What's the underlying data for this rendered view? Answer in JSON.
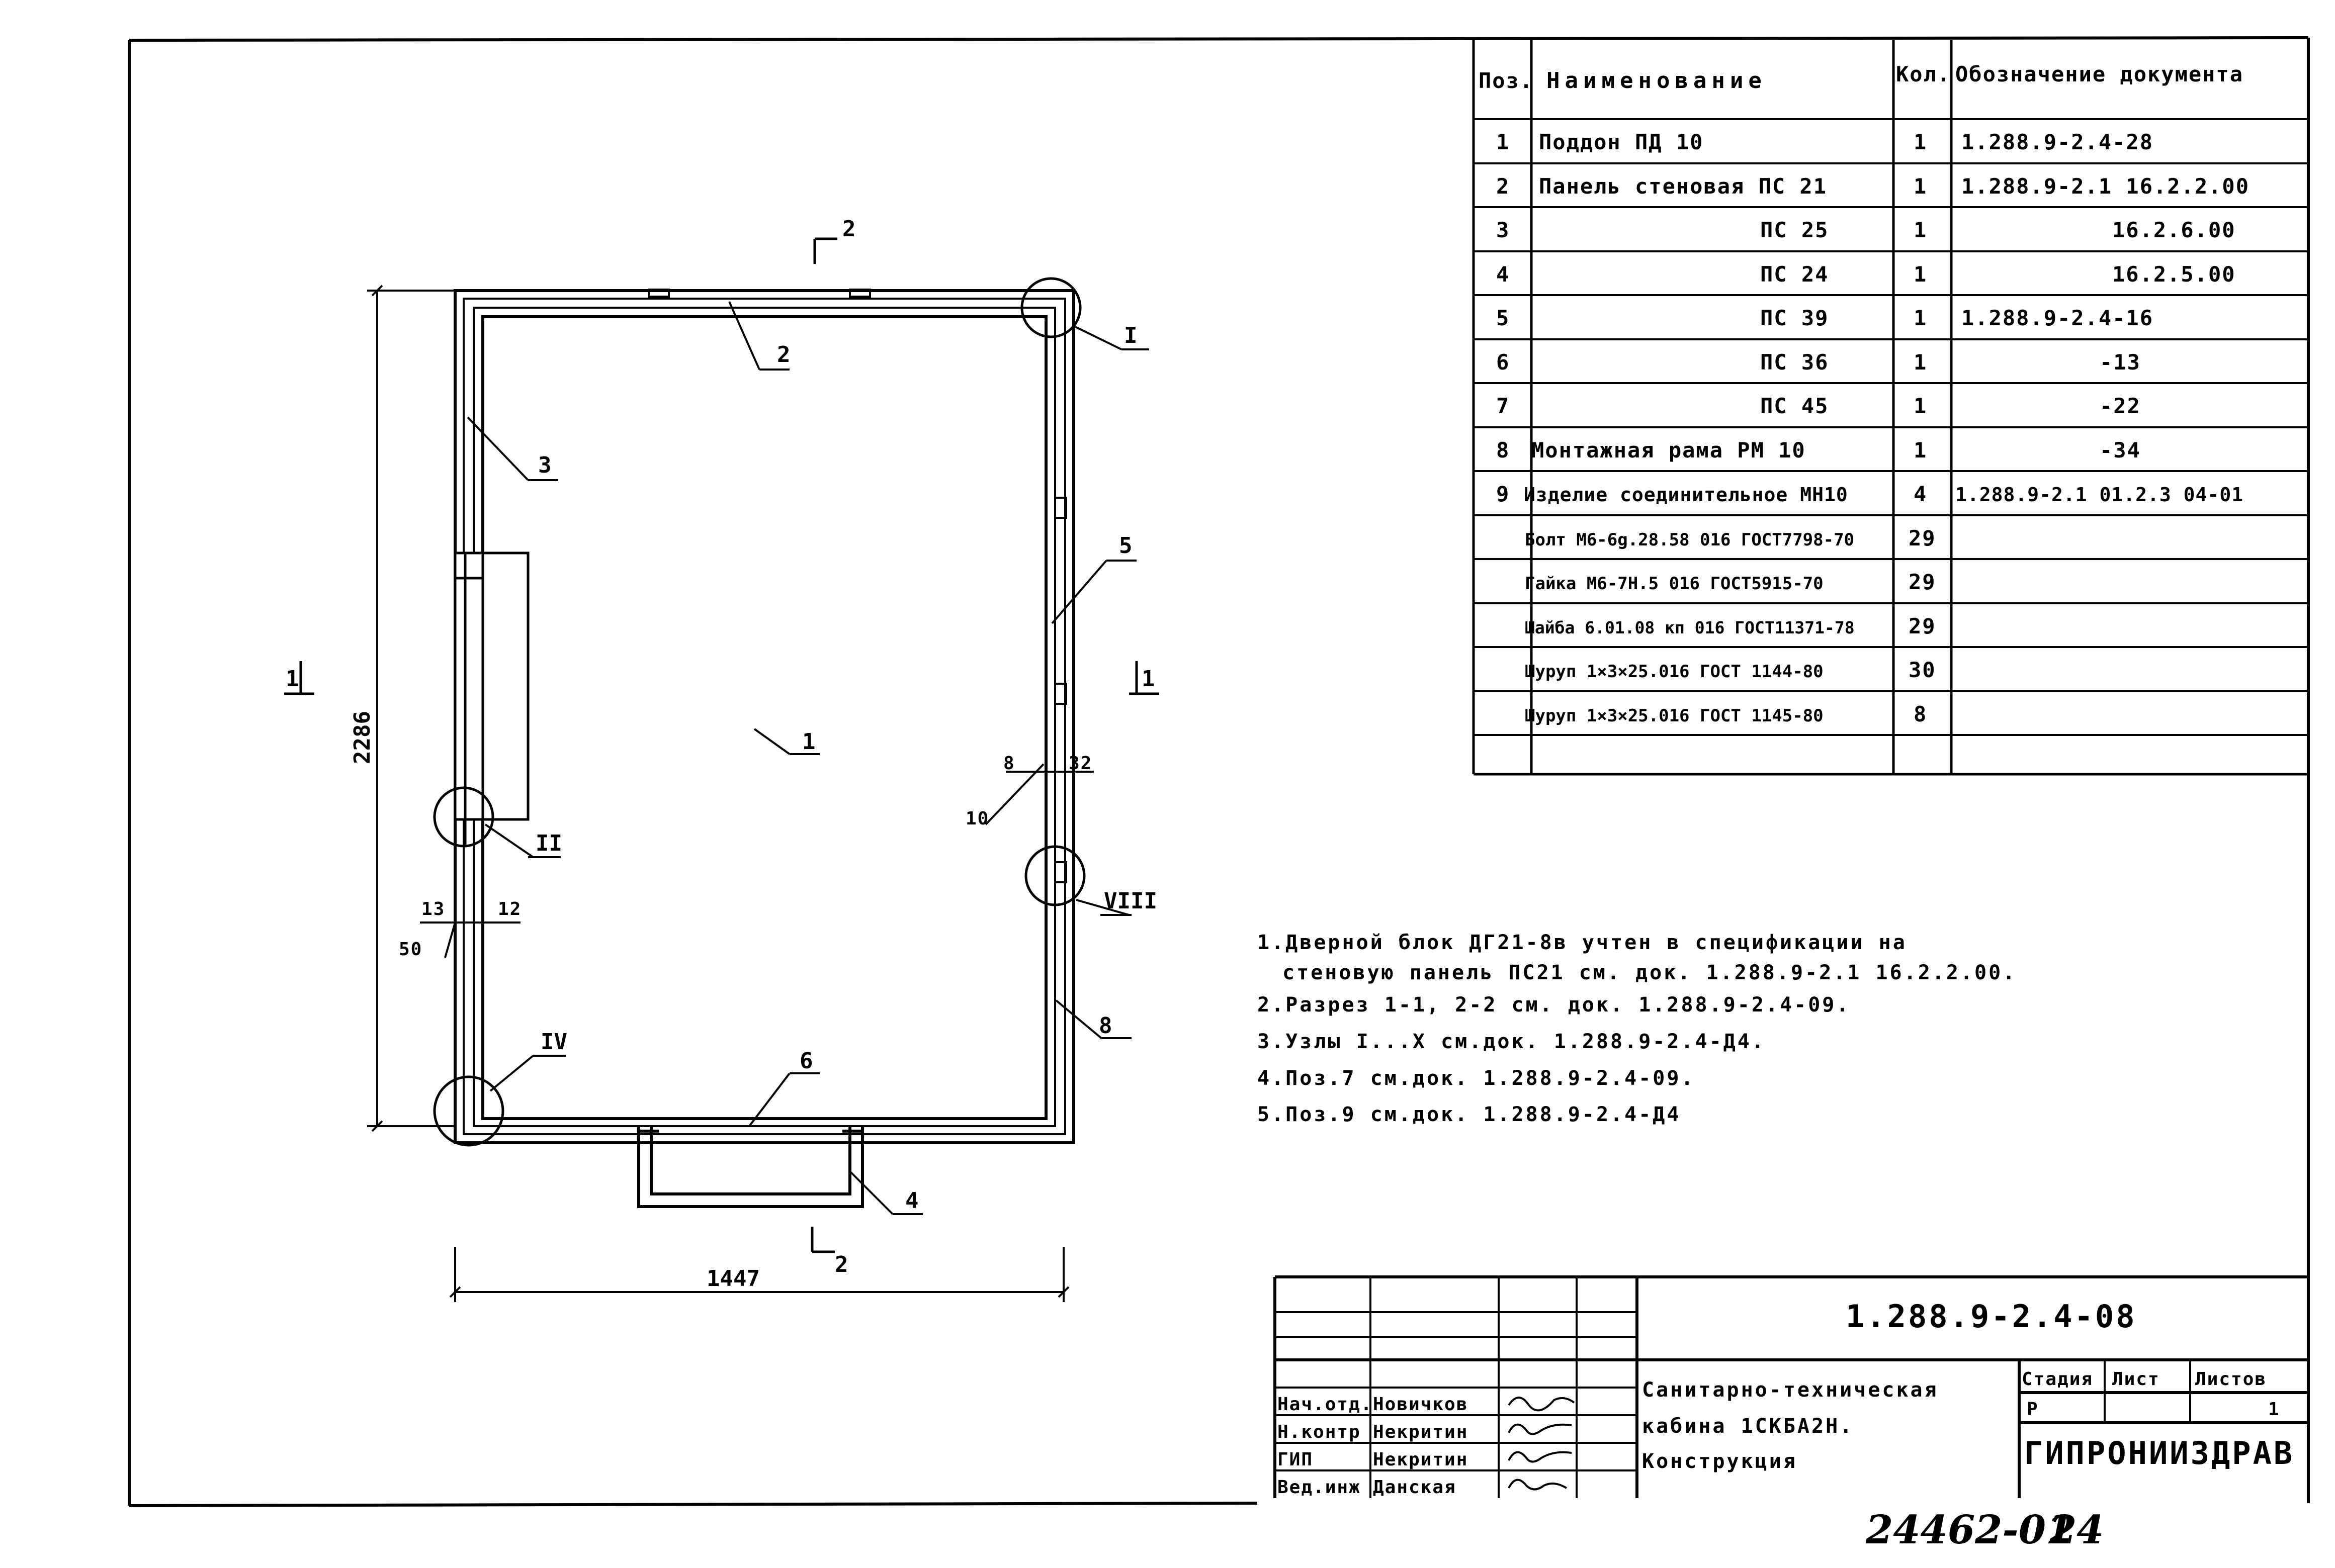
{
  "spec_table": {
    "headers": {
      "pos": "Поз.",
      "name": "Наименование",
      "qty": "Кол.",
      "doc": "Обозначение документа"
    },
    "rows": [
      {
        "pos": "1",
        "name": "Поддон ПД 10",
        "qty": "1",
        "doc": "1.288.9-2.4-28"
      },
      {
        "pos": "2",
        "name": "Панель стеновая ПС 21",
        "qty": "1",
        "doc": "1.288.9-2.1 16.2.2.00"
      },
      {
        "pos": "3",
        "name": "ПС 25",
        "qty": "1",
        "doc": "16.2.6.00"
      },
      {
        "pos": "4",
        "name": "ПС 24",
        "qty": "1",
        "doc": "16.2.5.00"
      },
      {
        "pos": "5",
        "name": "ПС 39",
        "qty": "1",
        "doc": "1.288.9-2.4-16"
      },
      {
        "pos": "6",
        "name": "ПС 36",
        "qty": "1",
        "doc": "-13"
      },
      {
        "pos": "7",
        "name": "ПС 45",
        "qty": "1",
        "doc": "-22"
      },
      {
        "pos": "8",
        "name": "Монтажная рама РМ 10",
        "qty": "1",
        "doc": "-34"
      },
      {
        "pos": "9",
        "name": "Изделие соединительное МН10",
        "qty": "4",
        "doc": "1.288.9-2.1 01.2.3 04-01"
      },
      {
        "pos": "",
        "name": "Болт М6-6g.28.58 016 ГОСТ7798-70",
        "qty": "29",
        "doc": ""
      },
      {
        "pos": "",
        "name": "Гайка М6-7Н.5 016 ГОСТ5915-70",
        "qty": "29",
        "doc": ""
      },
      {
        "pos": "",
        "name": "Шайба 6.01.08 кп 016 ГОСТ11371-78",
        "qty": "29",
        "doc": ""
      },
      {
        "pos": "",
        "name": "Шуруп 1×3×25.016 ГОСТ 1144-80",
        "qty": "30",
        "doc": ""
      },
      {
        "pos": "",
        "name": "Шуруп 1×3×25.016 ГОСТ 1145-80",
        "qty": "8",
        "doc": ""
      },
      {
        "pos": "",
        "name": "",
        "qty": "",
        "doc": ""
      }
    ]
  },
  "notes": [
    "1.Дверной блок ДГ21-8в учтен в спецификации на",
    "стеновую панель ПС21 см. док. 1.288.9-2.1 16.2.2.00.",
    "2.Разрез 1-1, 2-2 см. док. 1.288.9-2.4-09.",
    "3.Узлы I...X см.док. 1.288.9-2.4-Д4.",
    "4.Поз.7 см.док. 1.288.9-2.4-09.",
    "5.Поз.9 см.док. 1.288.9-2.4-Д4"
  ],
  "plan": {
    "section_marks": {
      "s1": "1",
      "s2": "2"
    },
    "dimensions": {
      "width": "1447",
      "height": "2286"
    },
    "position_labels": [
      "1",
      "2",
      "3",
      "4",
      "5",
      "6",
      "8"
    ],
    "small_dims": {
      "d8": "8",
      "d32": "32",
      "d10": "10",
      "d13": "13",
      "d12": "12",
      "d50": "50"
    },
    "nodes": {
      "n1": "I",
      "n2": "II",
      "n4": "IV",
      "n8": "VIII"
    }
  },
  "title_block": {
    "doc_code": "1.288.9-2.4-08",
    "title_lines": [
      "Санитарно-техническая",
      "кабина 1СКБА2Н.",
      "Конструкция"
    ],
    "stage_header": "Стадия",
    "sheet_header": "Лист",
    "sheets_header": "Листов",
    "stage": "Р",
    "sheet": "",
    "sheets": "1",
    "org": "ГИПРОНИИЗДРАВ",
    "staff": [
      {
        "role": "Нач.отд.",
        "name": "Новичков"
      },
      {
        "role": "Н.контр",
        "name": "Некритин"
      },
      {
        "role": "ГИП",
        "name": "Некритин"
      },
      {
        "role": "Вед.инж",
        "name": "Данская"
      }
    ]
  },
  "inventory_number": "24462-01",
  "page_number": "24"
}
